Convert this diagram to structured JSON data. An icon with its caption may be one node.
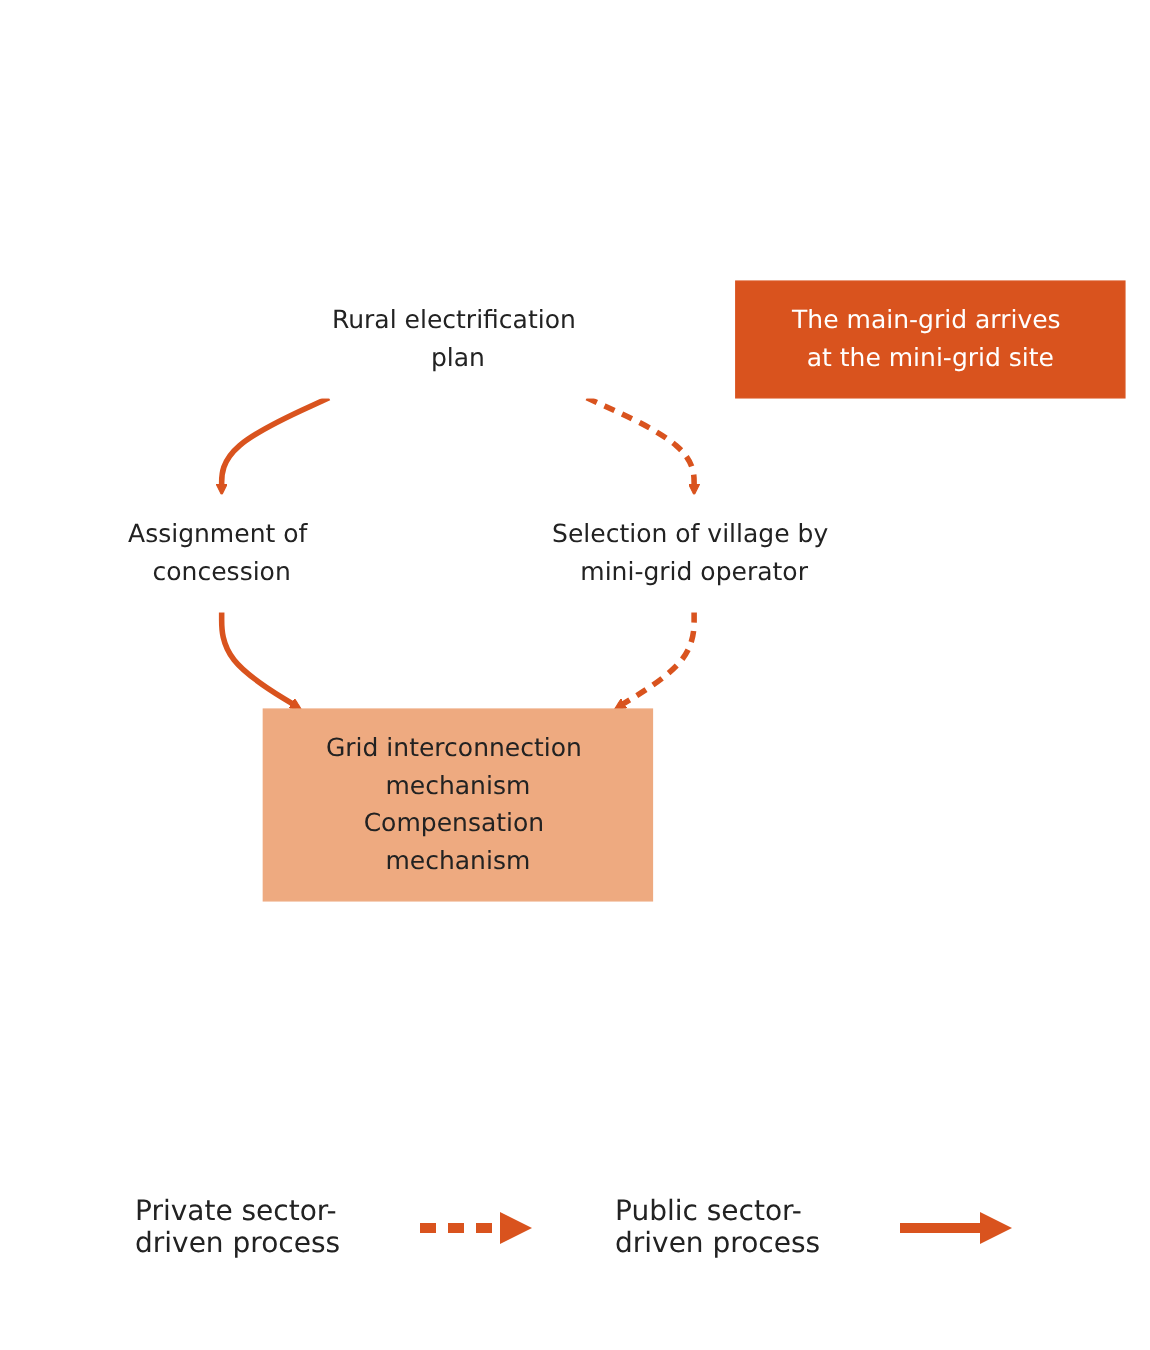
{
  "diagram": {
    "nodes": [
      {
        "text": [
          "Rural electrification plan"
        ]
      },
      {
        "text": [
          "Assignment of concession"
        ]
      },
      {
        "text": [
          "Selection of village by mini-grid operator"
        ]
      },
      {
        "text": [
          "The main-grid arrives at the mini-grid site"
        ]
      },
      {
        "text": [
          "Grid interconnection mechanism",
          "Compensation mechanism"
        ]
      }
    ],
    "edges": [
      {
        "from": 0,
        "to": 1,
        "arrow": "to"
      },
      {
        "from": 0,
        "to": 2,
        "arrow": "to",
        "style": "dashed"
      },
      {
        "from": 1,
        "to": 4,
        "arrow": "to"
      },
      {
        "from": 2,
        "to": 4,
        "arrow": "to",
        "style": "dashed"
      }
    ],
    "legend": [
      {
        "text": "Private sector-driven process"
      },
      {
        "text": "Public sector-driven process"
      }
    ]
  }
}
